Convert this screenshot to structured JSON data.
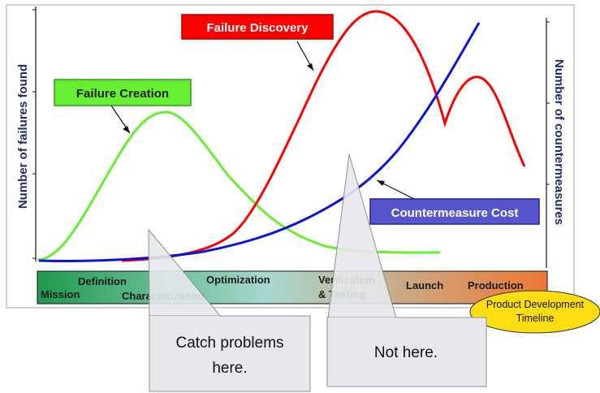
{
  "axes": {
    "left_label": "Number of failures found",
    "right_label": "Number of countermeasures"
  },
  "curves": {
    "failure_creation": {
      "label": "Failure Creation",
      "color": "#66ee33",
      "box_fill": "#66ee33",
      "box_border": "#339922",
      "text_color": "#222222"
    },
    "failure_discovery": {
      "label": "Failure Discovery",
      "color": "#ff0000",
      "box_fill": "#ff0000",
      "box_border": "#aa0000",
      "text_color": "#ffffff"
    },
    "countermeasure_cost": {
      "label": "Countermeasure Cost",
      "color": "#0a14d8",
      "box_fill": "#5555cc",
      "box_border": "#2222aa",
      "text_color": "#ffffff"
    }
  },
  "timeline": {
    "phases": {
      "mission": "Mission",
      "definition": "Definition",
      "characterization": "Characterization",
      "optimization": "Optimization",
      "verification_line1": "Verification",
      "verification_line2": "& Testing",
      "launch": "Launch",
      "production": "Production"
    },
    "gradient_colors": [
      "#1e9a4e",
      "#a8d8d0",
      "#ee7733"
    ],
    "badge": {
      "line1": "Product Development",
      "line2": "Timeline",
      "color": "#ffdd11"
    }
  },
  "callouts": {
    "catch": {
      "line1": "Catch problems",
      "line2": "here."
    },
    "not_here": {
      "line1": "Not here."
    }
  }
}
